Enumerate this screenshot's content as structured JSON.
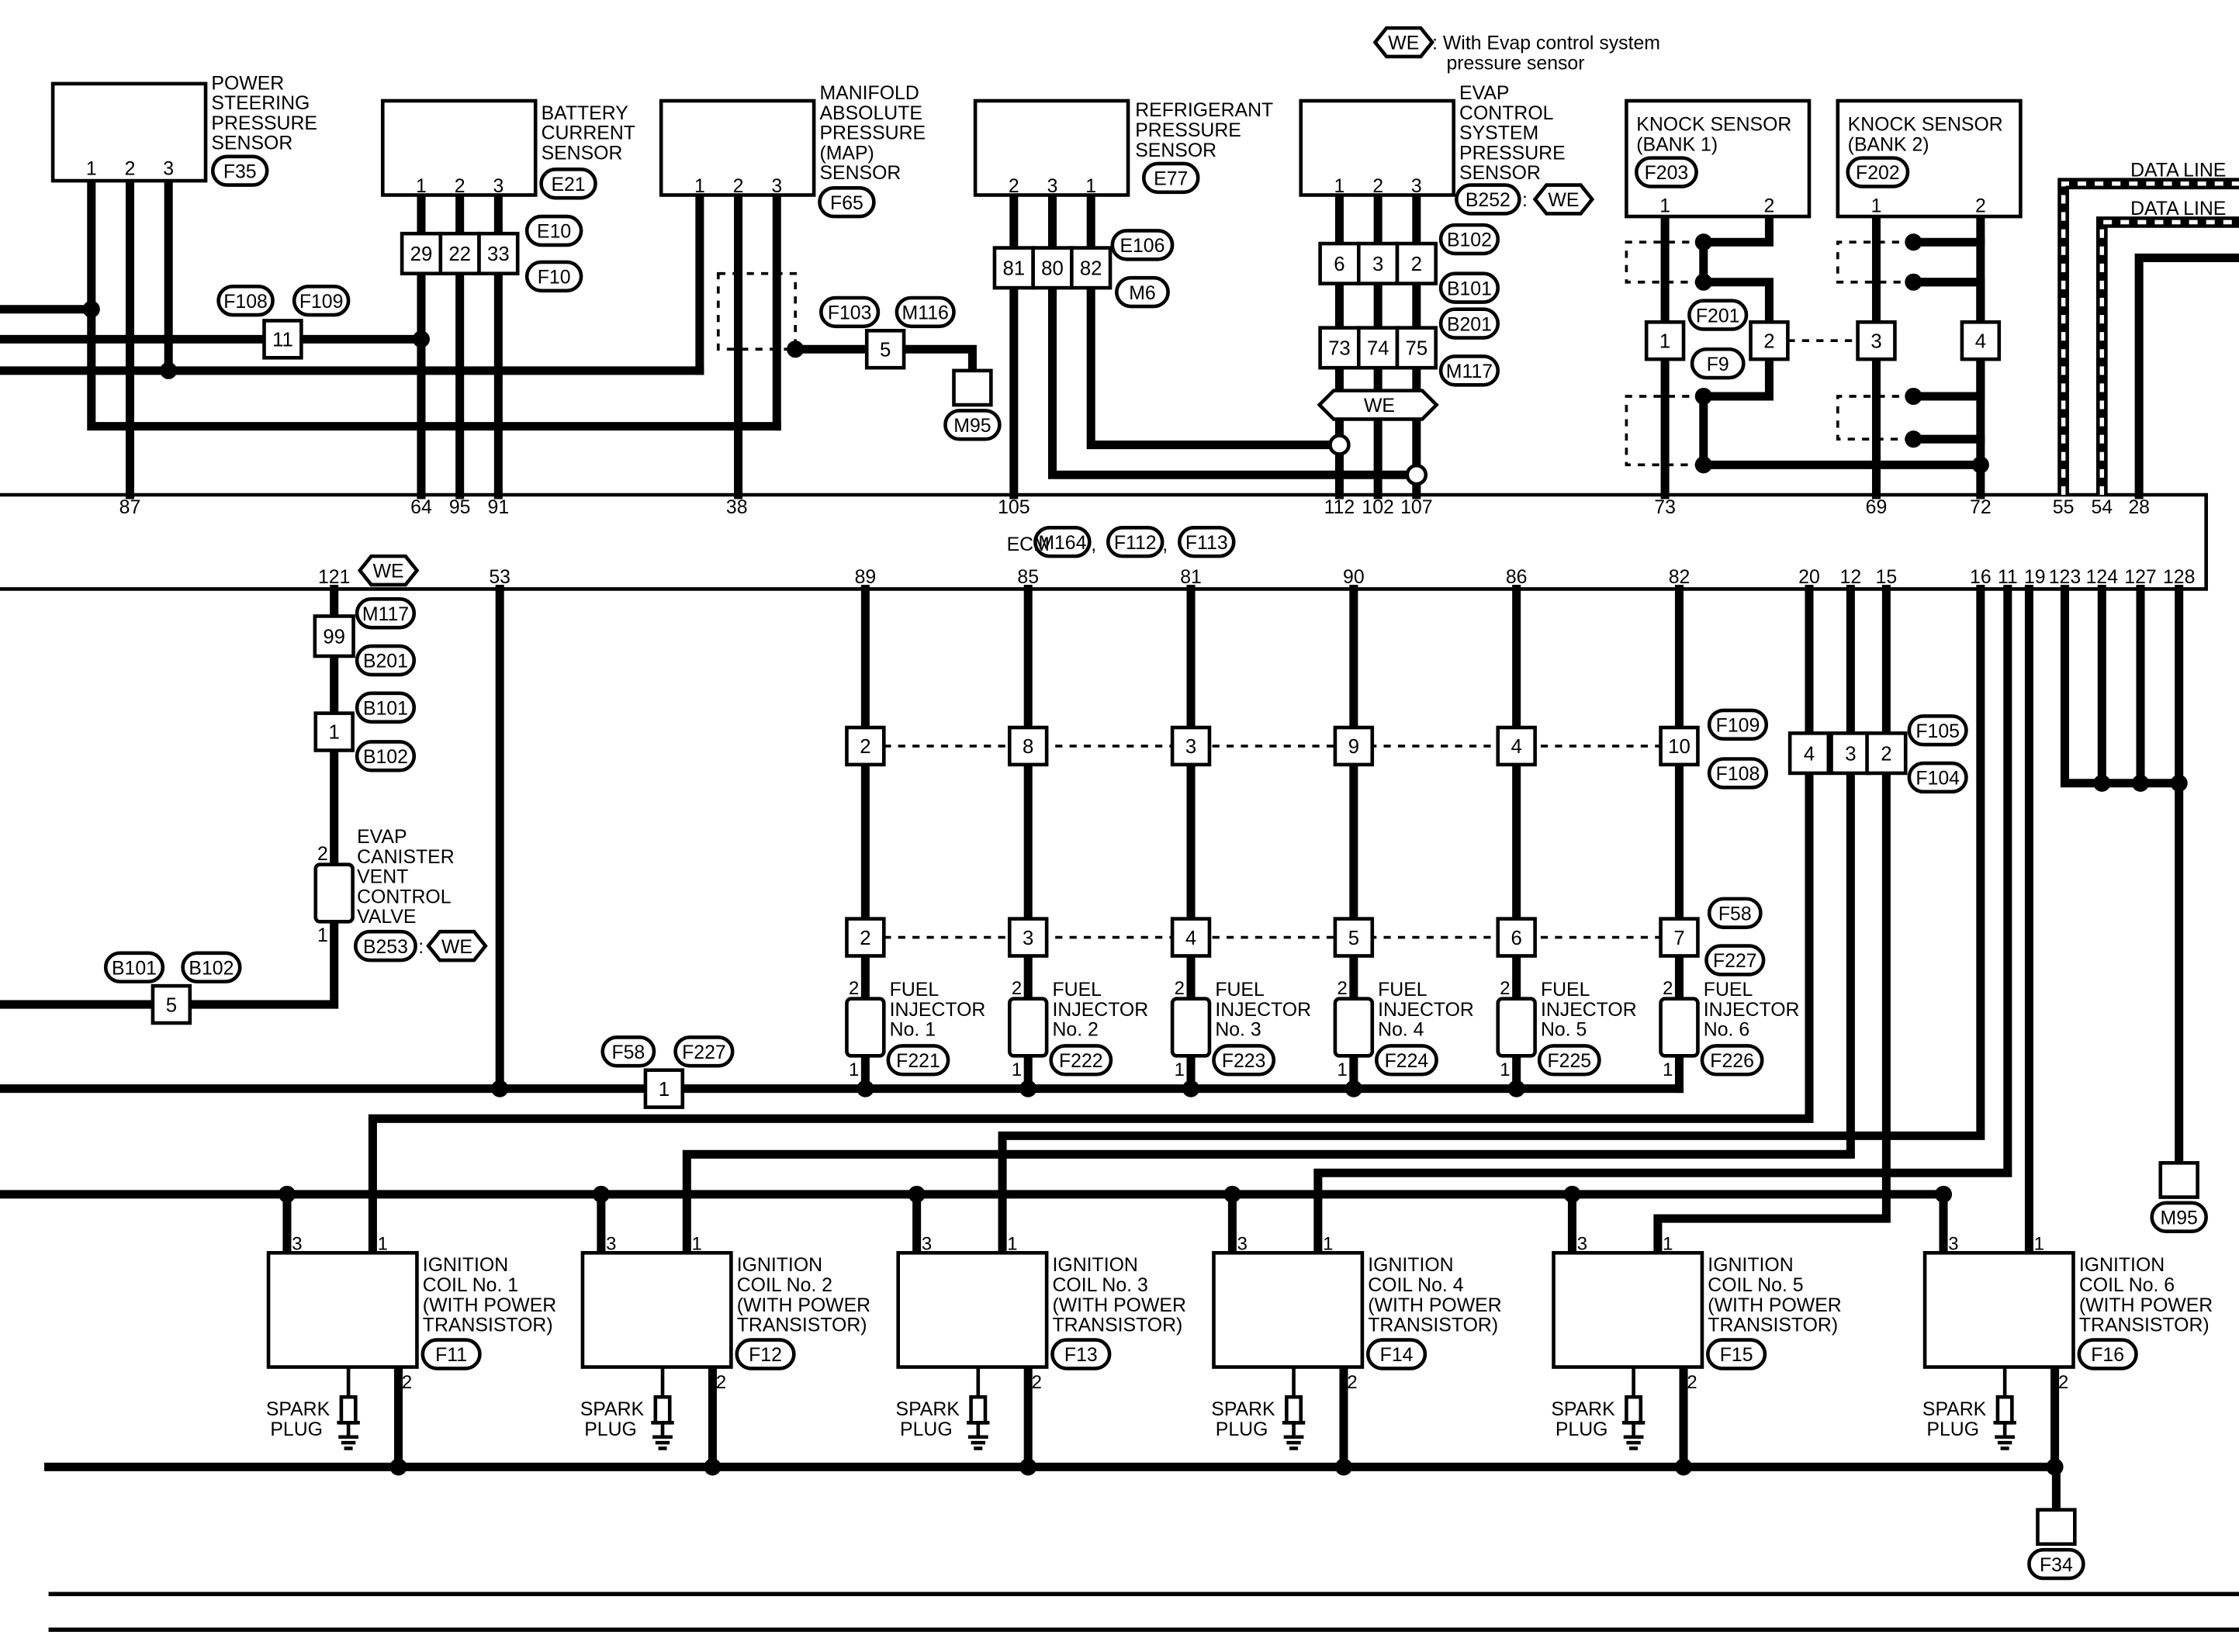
{
  "legend": {
    "tag": "WE",
    "text_line1": ": With Evap control system",
    "text_line2": "pressure sensor"
  },
  "ecm": {
    "label": "ECM",
    "connectors": [
      "M164",
      "F112",
      "F113"
    ]
  },
  "data_lines": [
    "DATA LINE",
    "DATA LINE"
  ],
  "components": {
    "ps_sensor": {
      "lines": [
        "POWER",
        "STEERING",
        "PRESSURE",
        "SENSOR"
      ],
      "connector": "F35",
      "pins": [
        "1",
        "2",
        "3"
      ]
    },
    "batt_sensor": {
      "lines": [
        "BATTERY",
        "CURRENT",
        "SENSOR"
      ],
      "connector": "E21",
      "pins": [
        "1",
        "2",
        "3"
      ]
    },
    "map_sensor": {
      "lines": [
        "MANIFOLD",
        "ABSOLUTE",
        "PRESSURE",
        "(MAP)",
        "SENSOR"
      ],
      "connector": "F65",
      "pins": [
        "1",
        "2",
        "3"
      ]
    },
    "ref_sensor": {
      "lines": [
        "REFRIGERANT",
        "PRESSURE",
        "SENSOR"
      ],
      "connector": "E77",
      "pins": [
        "2",
        "3",
        "1"
      ]
    },
    "evap_sensor": {
      "lines": [
        "EVAP",
        "CONTROL",
        "SYSTEM",
        "PRESSURE",
        "SENSOR"
      ],
      "connector": "B252",
      "tag": "WE",
      "pins": [
        "1",
        "2",
        "3"
      ]
    },
    "knock1": {
      "lines": [
        "KNOCK SENSOR",
        "(BANK 1)"
      ],
      "connector": "F203",
      "pins": [
        "1",
        "2"
      ]
    },
    "knock2": {
      "lines": [
        "KNOCK SENSOR",
        "(BANK 2)"
      ],
      "connector": "F202",
      "pins": [
        "1",
        "2"
      ]
    },
    "evap_valve": {
      "lines": [
        "EVAP",
        "CANISTER",
        "VENT",
        "CONTROL",
        "VALVE"
      ],
      "connector": "B253",
      "tag": "WE",
      "pins": [
        "2",
        "1"
      ]
    }
  },
  "ecm_pins_top": [
    "87",
    "64",
    "95",
    "91",
    "38",
    "105",
    "112",
    "102",
    "107",
    "73",
    "69",
    "72",
    "55",
    "54",
    "28"
  ],
  "ecm_pins_bottom": [
    "121",
    "53",
    "89",
    "85",
    "81",
    "90",
    "86",
    "82",
    "20",
    "12",
    "15",
    "16",
    "11",
    "19",
    "123",
    "124",
    "127",
    "128"
  ],
  "ecm_pin_121_tag": "WE",
  "junctions": {
    "batt": {
      "pins": [
        "29",
        "22",
        "33"
      ],
      "connectors": [
        "E10",
        "F10"
      ]
    },
    "ref": {
      "pins": [
        "81",
        "80",
        "82"
      ],
      "connectors": [
        "E106",
        "M6"
      ]
    },
    "evap_upper": {
      "pins": [
        "6",
        "3",
        "2"
      ],
      "connectors": [
        "B102",
        "B101"
      ]
    },
    "evap_lower": {
      "pins": [
        "73",
        "74",
        "75"
      ],
      "connectors": [
        "B201",
        "M117"
      ]
    },
    "evap_we": "WE",
    "f108_f109": {
      "pin": "11",
      "connectors": [
        "F108",
        "F109"
      ]
    },
    "f103_m116": {
      "pin": "5",
      "connectors": [
        "F103",
        "M116"
      ]
    },
    "knock": {
      "pins": [
        "1",
        "2",
        "3",
        "4"
      ],
      "connectors": [
        "F201",
        "F9"
      ]
    },
    "m117_b201": {
      "pin": "99",
      "connectors": [
        "M117",
        "B201"
      ]
    },
    "b101_b102_v": {
      "pin": "1",
      "connectors": [
        "B101",
        "B102"
      ]
    },
    "b101_b102_h": {
      "pin": "5",
      "connectors": [
        "B101",
        "B102"
      ]
    },
    "f58_f227_h": {
      "pin": "1",
      "connectors": [
        "F58",
        "F227"
      ]
    },
    "f109_f108_row": {
      "pins": [
        "2",
        "8",
        "3",
        "9",
        "4",
        "10"
      ],
      "connectors": [
        "F109",
        "F108"
      ]
    },
    "f58_f227_row": {
      "pins": [
        "2",
        "3",
        "4",
        "5",
        "6",
        "7"
      ],
      "connectors": [
        "F58",
        "F227"
      ]
    },
    "f105_f104": {
      "pins": [
        "4",
        "3",
        "2"
      ],
      "connectors": [
        "F105",
        "F104"
      ]
    }
  },
  "grounds": [
    "M95",
    "M95",
    "F34"
  ],
  "injectors": [
    {
      "lines": [
        "FUEL",
        "INJECTOR",
        "No. 1"
      ],
      "connector": "F221"
    },
    {
      "lines": [
        "FUEL",
        "INJECTOR",
        "No. 2"
      ],
      "connector": "F222"
    },
    {
      "lines": [
        "FUEL",
        "INJECTOR",
        "No. 3"
      ],
      "connector": "F223"
    },
    {
      "lines": [
        "FUEL",
        "INJECTOR",
        "No. 4"
      ],
      "connector": "F224"
    },
    {
      "lines": [
        "FUEL",
        "INJECTOR",
        "No. 5"
      ],
      "connector": "F225"
    },
    {
      "lines": [
        "FUEL",
        "INJECTOR",
        "No. 6"
      ],
      "connector": "F226"
    }
  ],
  "injector_pins": [
    "2",
    "1"
  ],
  "coils": [
    {
      "lines": [
        "IGNITION",
        "COIL No. 1",
        "(WITH POWER",
        "TRANSISTOR)"
      ],
      "connector": "F11"
    },
    {
      "lines": [
        "IGNITION",
        "COIL No. 2",
        "(WITH POWER",
        "TRANSISTOR)"
      ],
      "connector": "F12"
    },
    {
      "lines": [
        "IGNITION",
        "COIL No. 3",
        "(WITH POWER",
        "TRANSISTOR)"
      ],
      "connector": "F13"
    },
    {
      "lines": [
        "IGNITION",
        "COIL No. 4",
        "(WITH POWER",
        "TRANSISTOR)"
      ],
      "connector": "F14"
    },
    {
      "lines": [
        "IGNITION",
        "COIL No. 5",
        "(WITH POWER",
        "TRANSISTOR)"
      ],
      "connector": "F15"
    },
    {
      "lines": [
        "IGNITION",
        "COIL No. 6",
        "(WITH POWER",
        "TRANSISTOR)"
      ],
      "connector": "F16"
    }
  ],
  "coil_pins": [
    "3",
    "1",
    "2"
  ],
  "spark_plug": [
    "SPARK",
    "PLUG"
  ]
}
